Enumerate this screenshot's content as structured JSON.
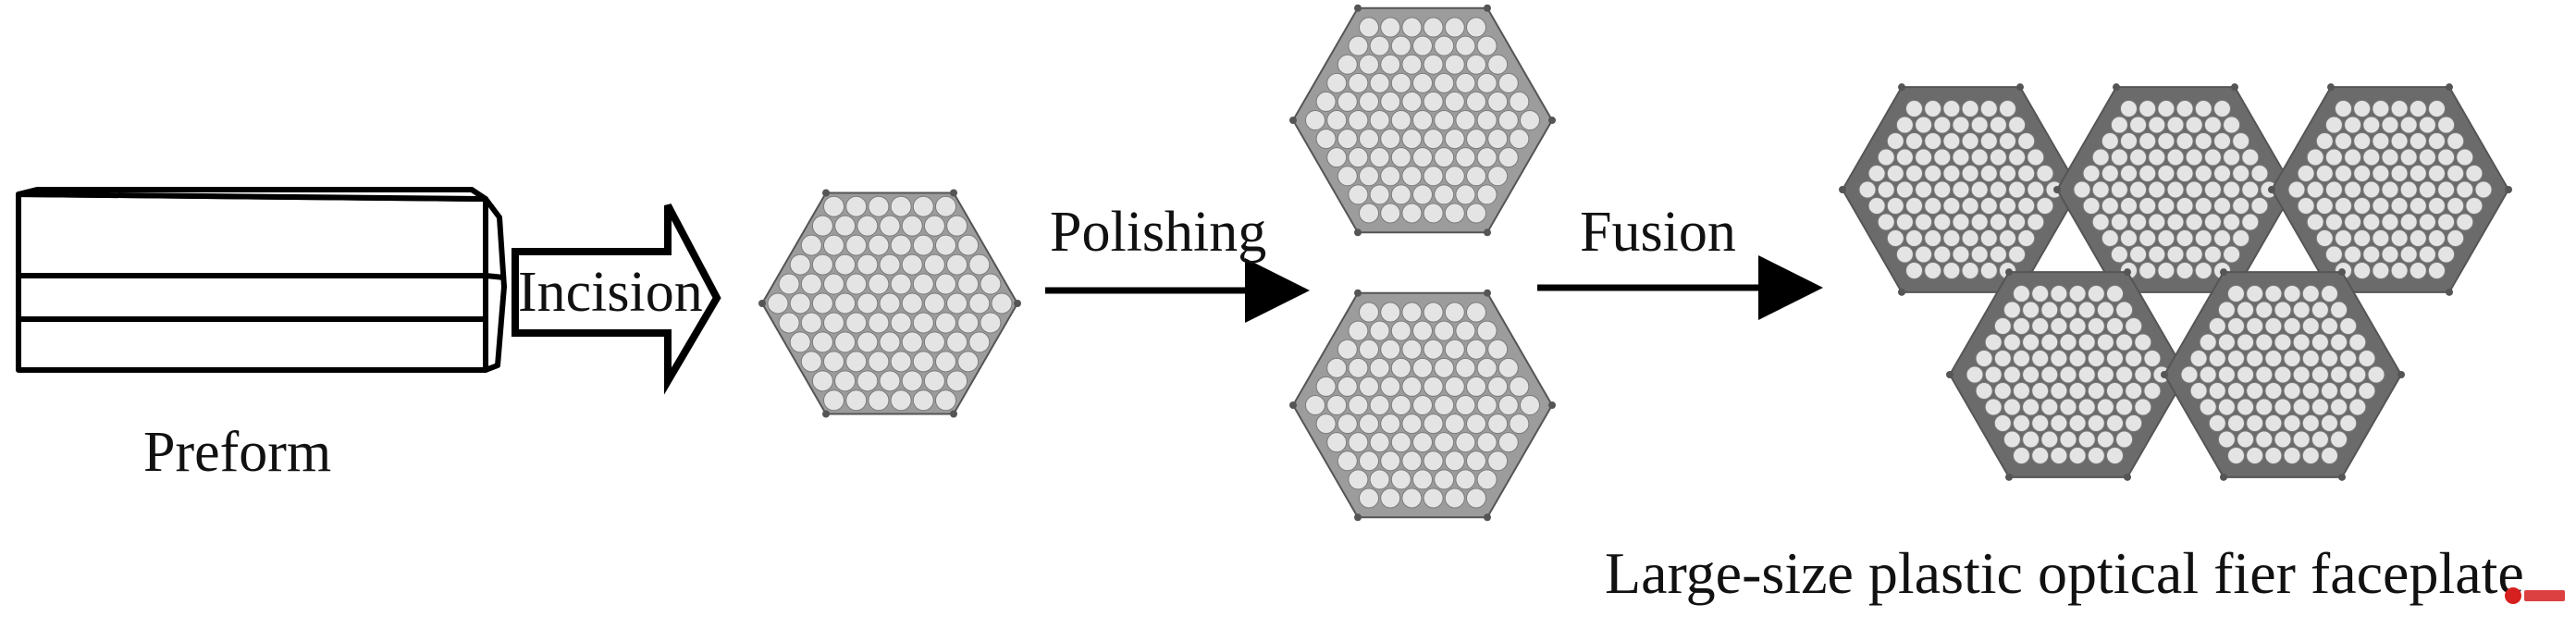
{
  "labels": {
    "incision": "Incision",
    "preform": "Preform",
    "polishing": "Polishing",
    "fusion": "Fusion",
    "result": "Large-size plastic optical fier faceplate"
  },
  "icons": {
    "preform": "hexagonal-prism-rod",
    "incision_arrow": "hollow-block-arrow",
    "process_arrow": "solid-arrow",
    "fiber_bundle": "hexagonal-fiber-array"
  },
  "colors": {
    "hex_fill": "#6b6b6b",
    "fiber_core": "#e4e4e4",
    "hex_fill_light": "#9c9c9c",
    "line": "#000000",
    "watermark": "#d61f1f"
  }
}
